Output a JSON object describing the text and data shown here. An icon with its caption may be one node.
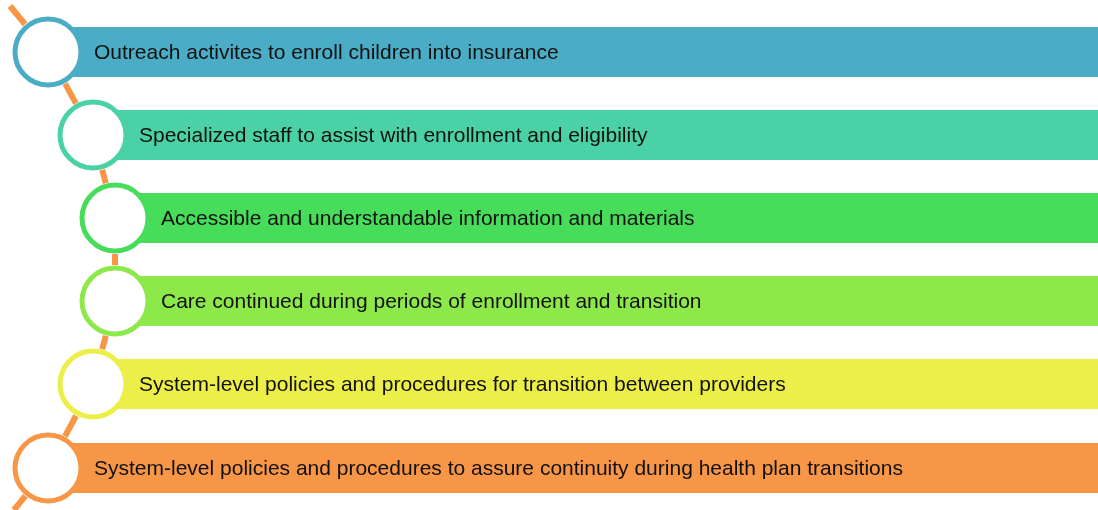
{
  "diagram": {
    "nodes": [
      {
        "text": [
          "Outreach activites to enroll children into insurance"
        ]
      },
      {
        "text": [
          "Specialized staff to assist with enrollment and eligibility"
        ]
      },
      {
        "text": [
          "Accessible and understandable information and materials"
        ]
      },
      {
        "text": [
          "Care continued during periods of enrollment and transition"
        ]
      },
      {
        "text": [
          "System-level policies and procedures for transition between providers"
        ]
      },
      {
        "text": [
          "System-level policies and procedures to assure continuity during health plan transitions"
        ]
      }
    ],
    "edges": [
      {
        "from": null,
        "to": 0,
        "arrow": "none"
      },
      {
        "from": 0,
        "to": 1,
        "arrow": "none"
      },
      {
        "from": 1,
        "to": 2,
        "arrow": "none"
      },
      {
        "from": 2,
        "to": 3,
        "arrow": "none"
      },
      {
        "from": 3,
        "to": 4,
        "arrow": "none"
      },
      {
        "from": 4,
        "to": 5,
        "arrow": "none"
      },
      {
        "from": 5,
        "to": null,
        "arrow": "none"
      }
    ]
  }
}
